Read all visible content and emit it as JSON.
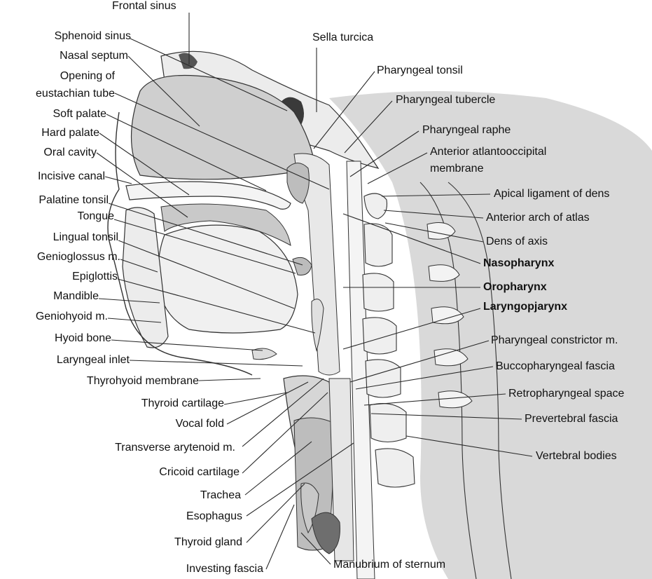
{
  "labels": {
    "frontal_sinus": "Frontal sinus",
    "sphenoid_sinus": "Sphenoid sinus",
    "nasal_septum": "Nasal septum",
    "opening_line1": "Opening of",
    "opening_line2": "eustachian tube",
    "soft_palate": "Soft palate",
    "hard_palate": "Hard palate",
    "oral_cavity": "Oral cavity",
    "incisive_canal": "Incisive canal",
    "palatine_tonsil": "Palatine tonsil",
    "tongue": "Tongue",
    "lingual_tonsil": "Lingual tonsil",
    "genioglossus": "Genioglossus m.",
    "epiglottis": "Epiglottis",
    "mandible": "Mandible",
    "geniohyoid": "Geniohyoid m.",
    "hyoid_bone": "Hyoid bone",
    "laryngeal_inlet": "Laryngeal inlet",
    "thyrohyoid_membrane": "Thyrohyoid membrane",
    "thyroid_cartilage": "Thyroid cartilage",
    "vocal_fold": "Vocal fold",
    "transverse_arytenoid": "Transverse arytenoid m.",
    "cricoid_cartilage": "Cricoid cartilage",
    "trachea": "Trachea",
    "esophagus": "Esophagus",
    "thyroid_gland": "Thyroid gland",
    "investing_fascia": "Investing fascia",
    "manubrium": "Manubrium of sternum",
    "sella_turcica": "Sella turcica",
    "pharyngeal_tonsil": "Pharyngeal tonsil",
    "pharyngeal_tubercle": "Pharyngeal tubercle",
    "pharyngeal_raphe": "Pharyngeal raphe",
    "anterior_aom_line1": "Anterior atlantooccipital",
    "anterior_aom_line2": "membrane",
    "apical_ligament": "Apical ligament of dens",
    "anterior_arch_atlas": "Anterior arch of atlas",
    "dens_of_axis": "Dens of axis",
    "nasopharynx": "Nasopharynx",
    "oropharynx": "Oropharynx",
    "laryngopharynx": "Laryngopjarynx",
    "pharyngeal_constrictor": "Pharyngeal constrictor m.",
    "buccopharyngeal_fascia": "Buccopharyngeal fascia",
    "retropharyngeal_space": "Retropharyngeal space",
    "prevertebral_fascia": "Prevertebral fascia",
    "vertebral_bodies": "Vertebral bodies"
  },
  "colors": {
    "ink": "#111111",
    "leader": "#2a2a2a",
    "shadow": "#d0d0d0",
    "tissue": "#f2f2f2",
    "bone": "#e6e6e6"
  }
}
